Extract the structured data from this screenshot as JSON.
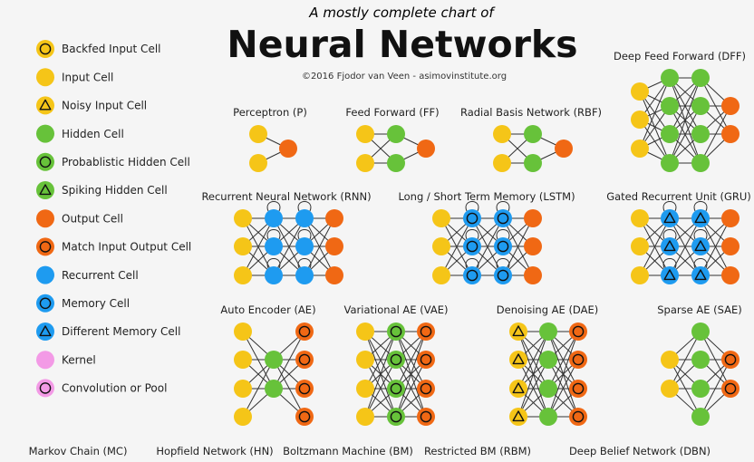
{
  "header": {
    "subtitle": "A mostly complete chart of",
    "title": "Neural Networks",
    "credit": "©2016 Fjodor van Veen - asimovinstitute.org"
  },
  "colors": {
    "background": "#f5f5f5",
    "input": "#f5c518",
    "hidden": "#67c23a",
    "output": "#f06814",
    "recurrent": "#1e9bf0",
    "kernel": "#f39ae6",
    "edge": "#333333"
  },
  "legend": [
    {
      "label": "Backfed Input Cell",
      "fill": "input",
      "mark": "ring"
    },
    {
      "label": "Input Cell",
      "fill": "input",
      "mark": "none"
    },
    {
      "label": "Noisy Input Cell",
      "fill": "input",
      "mark": "triangle"
    },
    {
      "label": "Hidden Cell",
      "fill": "hidden",
      "mark": "none"
    },
    {
      "label": "Probablistic Hidden Cell",
      "fill": "hidden",
      "mark": "ring"
    },
    {
      "label": "Spiking Hidden Cell",
      "fill": "hidden",
      "mark": "triangle"
    },
    {
      "label": "Output Cell",
      "fill": "output",
      "mark": "none"
    },
    {
      "label": "Match Input Output Cell",
      "fill": "output",
      "mark": "ring"
    },
    {
      "label": "Recurrent Cell",
      "fill": "recurrent",
      "mark": "none"
    },
    {
      "label": "Memory Cell",
      "fill": "recurrent",
      "mark": "ring"
    },
    {
      "label": "Different Memory Cell",
      "fill": "recurrent",
      "mark": "triangle"
    },
    {
      "label": "Kernel",
      "fill": "kernel",
      "mark": "none"
    },
    {
      "label": "Convolution or Pool",
      "fill": "kernel",
      "mark": "ring"
    }
  ],
  "networks": [
    {
      "id": "p",
      "title": "Perceptron (P)",
      "layers": [
        [
          [
            "input",
            "none"
          ],
          [
            "input",
            "none"
          ]
        ],
        [
          [
            "output",
            "none"
          ]
        ]
      ]
    },
    {
      "id": "ff",
      "title": "Feed Forward (FF)",
      "layers": [
        [
          [
            "input",
            "none"
          ],
          [
            "input",
            "none"
          ]
        ],
        [
          [
            "hidden",
            "none"
          ],
          [
            "hidden",
            "none"
          ]
        ],
        [
          [
            "output",
            "none"
          ]
        ]
      ]
    },
    {
      "id": "rbf",
      "title": "Radial Basis Network (RBF)",
      "layers": [
        [
          [
            "input",
            "none"
          ],
          [
            "input",
            "none"
          ]
        ],
        [
          [
            "hidden",
            "none"
          ],
          [
            "hidden",
            "none"
          ]
        ],
        [
          [
            "output",
            "none"
          ]
        ]
      ]
    },
    {
      "id": "dff",
      "title": "Deep Feed Forward (DFF)",
      "layers": [
        [
          [
            "input",
            "none"
          ],
          [
            "input",
            "none"
          ],
          [
            "input",
            "none"
          ]
        ],
        [
          [
            "hidden",
            "none"
          ],
          [
            "hidden",
            "none"
          ],
          [
            "hidden",
            "none"
          ],
          [
            "hidden",
            "none"
          ]
        ],
        [
          [
            "hidden",
            "none"
          ],
          [
            "hidden",
            "none"
          ],
          [
            "hidden",
            "none"
          ],
          [
            "hidden",
            "none"
          ]
        ],
        [
          [
            "output",
            "none"
          ],
          [
            "output",
            "none"
          ]
        ]
      ]
    },
    {
      "id": "rnn",
      "title": "Recurrent Neural Network (RNN)",
      "loops": [
        1,
        2
      ],
      "layers": [
        [
          [
            "input",
            "none"
          ],
          [
            "input",
            "none"
          ],
          [
            "input",
            "none"
          ]
        ],
        [
          [
            "recurrent",
            "none"
          ],
          [
            "recurrent",
            "none"
          ],
          [
            "recurrent",
            "none"
          ]
        ],
        [
          [
            "recurrent",
            "none"
          ],
          [
            "recurrent",
            "none"
          ],
          [
            "recurrent",
            "none"
          ]
        ],
        [
          [
            "output",
            "none"
          ],
          [
            "output",
            "none"
          ],
          [
            "output",
            "none"
          ]
        ]
      ]
    },
    {
      "id": "lstm",
      "title": "Long / Short Term Memory (LSTM)",
      "loops": [
        1,
        2
      ],
      "layers": [
        [
          [
            "input",
            "none"
          ],
          [
            "input",
            "none"
          ],
          [
            "input",
            "none"
          ]
        ],
        [
          [
            "recurrent",
            "ring"
          ],
          [
            "recurrent",
            "ring"
          ],
          [
            "recurrent",
            "ring"
          ]
        ],
        [
          [
            "recurrent",
            "ring"
          ],
          [
            "recurrent",
            "ring"
          ],
          [
            "recurrent",
            "ring"
          ]
        ],
        [
          [
            "output",
            "none"
          ],
          [
            "output",
            "none"
          ],
          [
            "output",
            "none"
          ]
        ]
      ]
    },
    {
      "id": "gru",
      "title": "Gated Recurrent Unit (GRU)",
      "loops": [
        1,
        2
      ],
      "layers": [
        [
          [
            "input",
            "none"
          ],
          [
            "input",
            "none"
          ],
          [
            "input",
            "none"
          ]
        ],
        [
          [
            "recurrent",
            "triangle"
          ],
          [
            "recurrent",
            "triangle"
          ],
          [
            "recurrent",
            "triangle"
          ]
        ],
        [
          [
            "recurrent",
            "triangle"
          ],
          [
            "recurrent",
            "triangle"
          ],
          [
            "recurrent",
            "triangle"
          ]
        ],
        [
          [
            "output",
            "none"
          ],
          [
            "output",
            "none"
          ],
          [
            "output",
            "none"
          ]
        ]
      ]
    },
    {
      "id": "ae",
      "title": "Auto Encoder (AE)",
      "layers": [
        [
          [
            "input",
            "none"
          ],
          [
            "input",
            "none"
          ],
          [
            "input",
            "none"
          ],
          [
            "input",
            "none"
          ]
        ],
        [
          [
            "hidden",
            "none"
          ],
          [
            "hidden",
            "none"
          ]
        ],
        [
          [
            "output",
            "ring"
          ],
          [
            "output",
            "ring"
          ],
          [
            "output",
            "ring"
          ],
          [
            "output",
            "ring"
          ]
        ]
      ]
    },
    {
      "id": "vae",
      "title": "Variational AE (VAE)",
      "layers": [
        [
          [
            "input",
            "none"
          ],
          [
            "input",
            "none"
          ],
          [
            "input",
            "none"
          ],
          [
            "input",
            "none"
          ]
        ],
        [
          [
            "hidden",
            "ring"
          ],
          [
            "hidden",
            "ring"
          ],
          [
            "hidden",
            "ring"
          ],
          [
            "hidden",
            "ring"
          ]
        ],
        [
          [
            "output",
            "ring"
          ],
          [
            "output",
            "ring"
          ],
          [
            "output",
            "ring"
          ],
          [
            "output",
            "ring"
          ]
        ]
      ]
    },
    {
      "id": "dae",
      "title": "Denoising AE (DAE)",
      "layers": [
        [
          [
            "input",
            "triangle"
          ],
          [
            "input",
            "triangle"
          ],
          [
            "input",
            "triangle"
          ],
          [
            "input",
            "triangle"
          ]
        ],
        [
          [
            "hidden",
            "none"
          ],
          [
            "hidden",
            "none"
          ],
          [
            "hidden",
            "none"
          ],
          [
            "hidden",
            "none"
          ]
        ],
        [
          [
            "output",
            "ring"
          ],
          [
            "output",
            "ring"
          ],
          [
            "output",
            "ring"
          ],
          [
            "output",
            "ring"
          ]
        ]
      ]
    },
    {
      "id": "sae",
      "title": "Sparse AE (SAE)",
      "layers": [
        [
          [
            "input",
            "none"
          ],
          [
            "input",
            "none"
          ]
        ],
        [
          [
            "hidden",
            "none"
          ],
          [
            "hidden",
            "none"
          ],
          [
            "hidden",
            "none"
          ],
          [
            "hidden",
            "none"
          ]
        ],
        [
          [
            "output",
            "ring"
          ],
          [
            "output",
            "ring"
          ]
        ]
      ]
    }
  ],
  "bottom_titles": [
    "Markov Chain (MC)",
    "Hopfield Network (HN)",
    "Boltzmann Machine (BM)",
    "Restricted BM (RBM)",
    "Deep Belief Network (DBN)"
  ]
}
